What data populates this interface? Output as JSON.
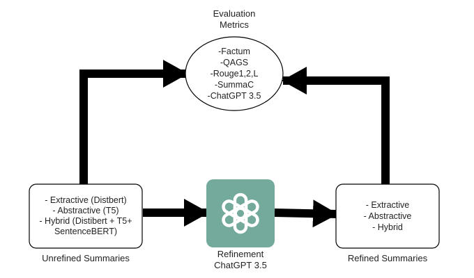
{
  "evaluation": {
    "title_lines": [
      "Evaluation",
      "Metrics"
    ],
    "metrics": [
      "-Factum",
      "-QAGS",
      "-Rouge1,2,L",
      "-SummaC",
      "-ChatGPT 3.5"
    ]
  },
  "unrefined": {
    "items": [
      "- Extractive (Distbert)",
      "- Abstractive (T5)",
      "- Hybrid (Distibert + T5+",
      "SentenceBERT)"
    ],
    "caption": "Unrefined Summaries"
  },
  "refinement": {
    "logo_icon": "openai-logo-icon",
    "tile_color": "#74aa9c",
    "caption_lines": [
      "Refinement",
      "ChatGPT 3.5"
    ]
  },
  "refined": {
    "items": [
      "- Extractive",
      "- Abstractive",
      "- Hybrid"
    ],
    "caption": "Refined Summaries"
  }
}
